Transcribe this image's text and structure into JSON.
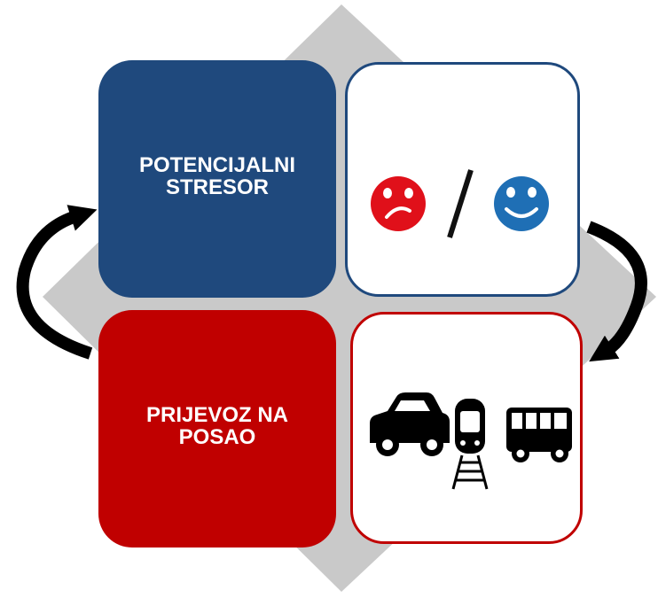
{
  "quadrants": {
    "top_left": {
      "label": "POTENCIJALNI\nSTRESOR",
      "color": "#1f497d"
    },
    "top_right": {
      "icons": [
        "sad-face-icon",
        "slash-divider",
        "happy-face-icon"
      ],
      "border_color": "#1f497d"
    },
    "bottom_left": {
      "label": "PRIJEVOZ NA\nPOSAO",
      "color": "#c00000"
    },
    "bottom_right": {
      "icons": [
        "car-icon",
        "train-icon",
        "bus-icon"
      ],
      "border_color": "#c00000"
    }
  },
  "colors": {
    "diamond": "#c9c9c9",
    "sad_face": "#e0101a",
    "happy_face": "#1f6fb5",
    "arrows": "#000000"
  }
}
